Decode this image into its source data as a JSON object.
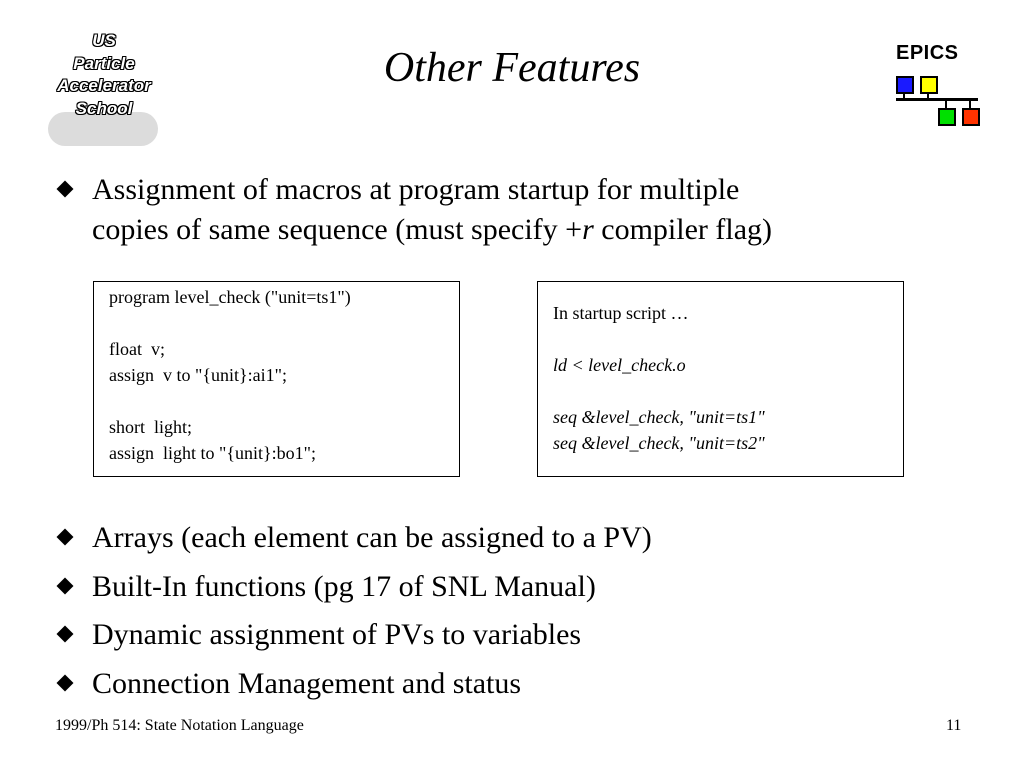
{
  "logo": {
    "lines": [
      "US",
      "Particle",
      "Accelerator",
      "School"
    ]
  },
  "title": "Other Features",
  "epics_label": "EPICS",
  "epics_colors": {
    "blue": "#1a1aff",
    "yellow": "#ffff00",
    "green": "#00e000",
    "red": "#ff3300"
  },
  "bullet1": {
    "line1": "Assignment of macros at program startup for multiple",
    "line2_pre": "copies of same sequence (must specify +",
    "line2_italic": "r",
    "line2_post": " compiler flag)"
  },
  "code_left": [
    "program level_check (\"unit=ts1\")",
    "",
    "float  v;",
    "assign  v to \"{unit}:ai1\";",
    "",
    "short  light;",
    "assign  light to \"{unit}:bo1\";"
  ],
  "code_right": {
    "l1": "In startup script …",
    "l2": "ld < level_check.o",
    "l3": "seq &level_check, \"unit=ts1\"",
    "l4": "seq &level_check, \"unit=ts2\""
  },
  "bullets2": [
    "Arrays (each element can be assigned to a PV)",
    "Built-In functions (pg 17 of SNL Manual)",
    "Dynamic assignment of PVs to variables",
    "Connection Management and status"
  ],
  "footer": {
    "left": "1999/Ph 514: State Notation Language",
    "page": "11"
  }
}
